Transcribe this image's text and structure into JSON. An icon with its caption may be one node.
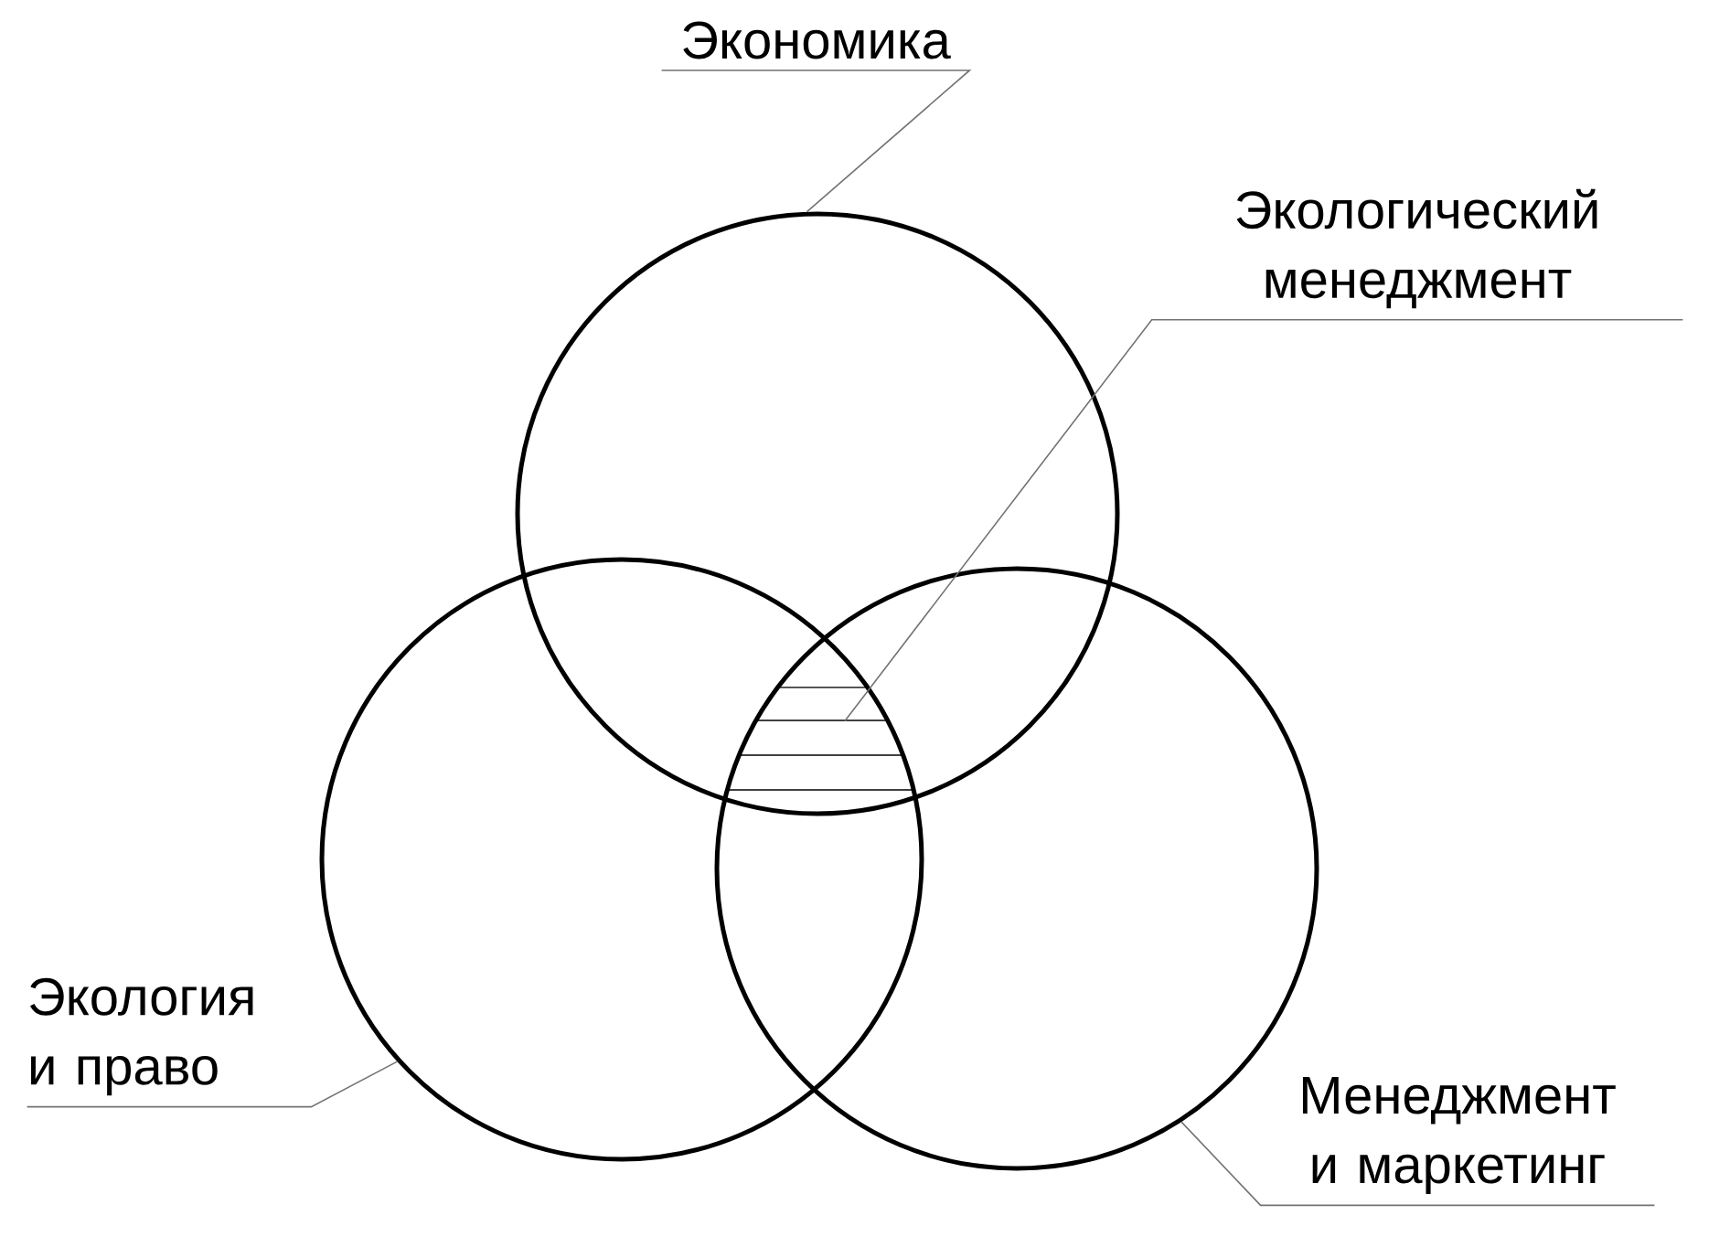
{
  "diagram": {
    "nodes": [
      {
        "text": [
          "Экономика"
        ]
      },
      {
        "text": [],
        "shape": "circle"
      },
      {
        "text": [
          "Экологический менеджмент"
        ]
      },
      {
        "text": [],
        "shape": "picture"
      },
      {
        "text": [
          "Экология и право"
        ]
      },
      {
        "text": [],
        "shape": "circle"
      },
      {
        "text": [
          "Менеджмент и маркетинг"
        ]
      },
      {
        "text": [],
        "shape": "circle"
      }
    ],
    "edges": [
      {
        "from": 0,
        "to": 1,
        "arrow": "none"
      },
      {
        "from": 2,
        "to": 3,
        "arrow": "none"
      },
      {
        "from": 4,
        "to": 5,
        "arrow": "none"
      },
      {
        "from": 6,
        "to": 7,
        "arrow": "none"
      }
    ]
  }
}
